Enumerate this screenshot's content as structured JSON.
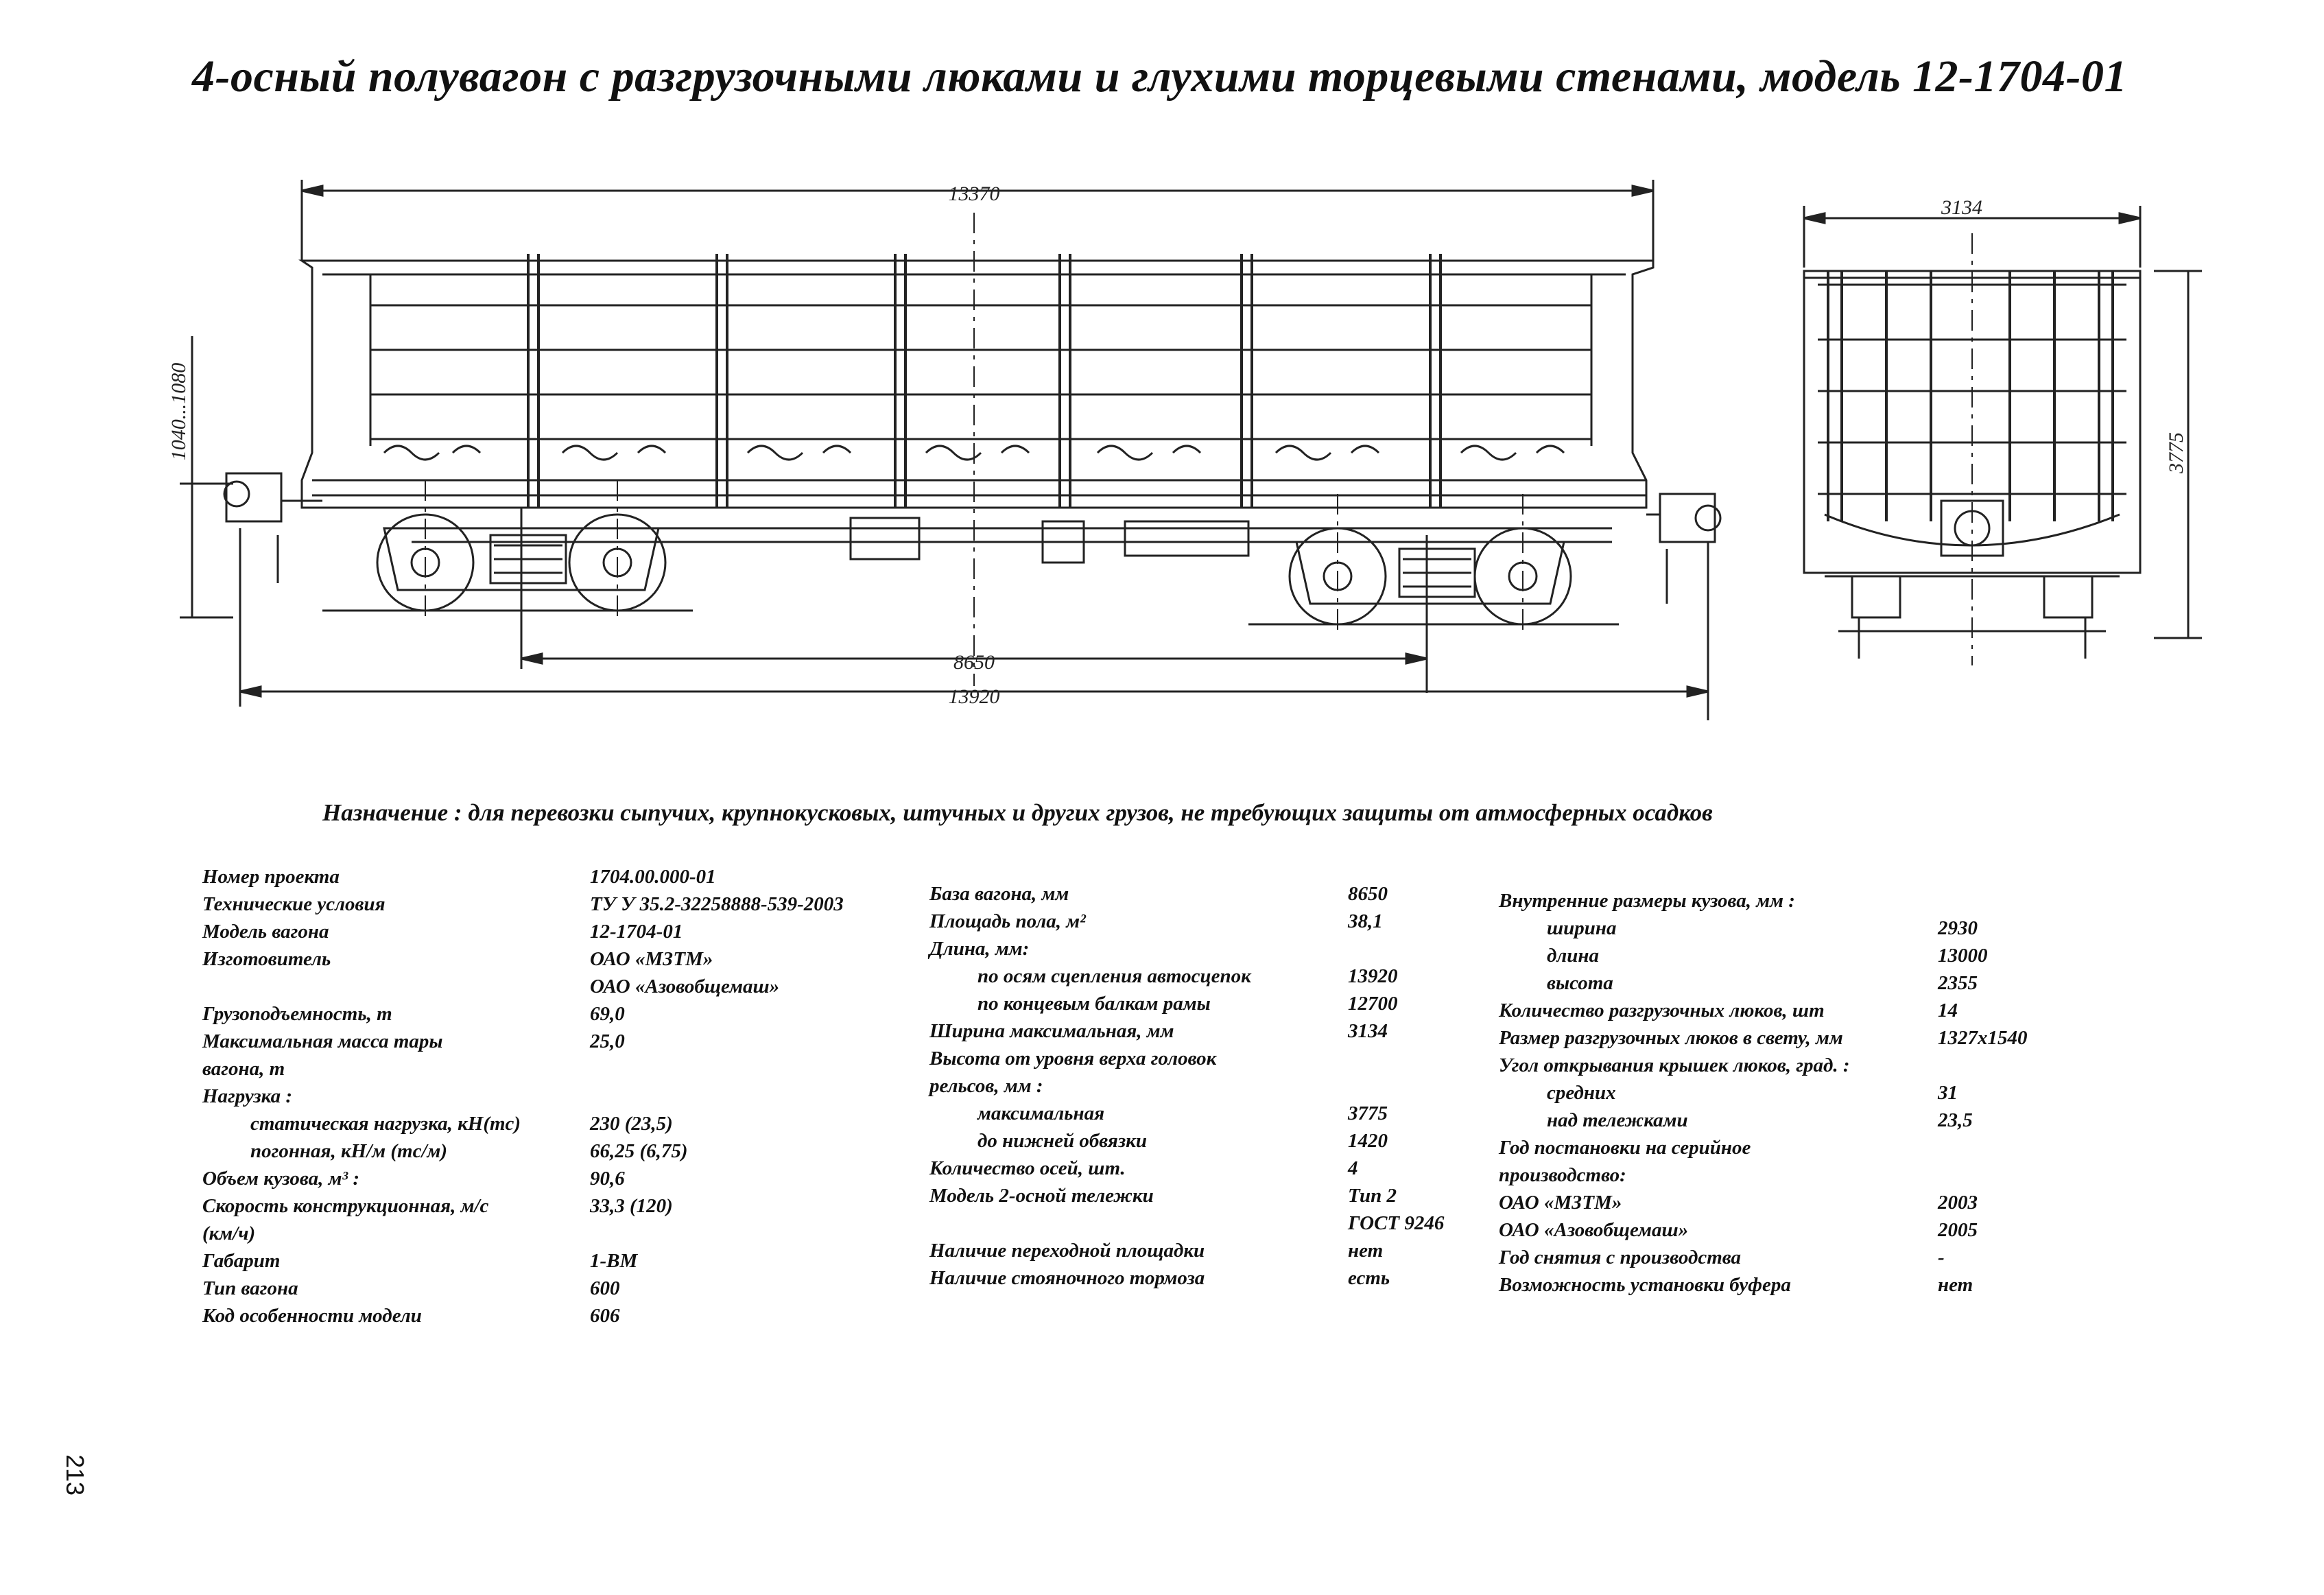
{
  "title": "4-осный полувагон с разгрузочными люками и глухими торцевыми стенами, модель 12-1704-01",
  "purpose": "Назначение : для перевозки сыпучих, крупнокусковых, штучных и других грузов, не требующих защиты от атмосферных осадков",
  "drawing": {
    "dim_overall_body": "13370",
    "dim_height_side": "1040...1080",
    "dim_base": "8650",
    "dim_coupler_length": "13920",
    "dim_end_width": "3134",
    "dim_end_height": "3775"
  },
  "col1": [
    {
      "k": "Номер проекта",
      "v": "1704.00.000-01"
    },
    {
      "k": "Технические условия",
      "v": "ТУ У 35.2-32258888-539-2003"
    },
    {
      "k": "Модель вагона",
      "v": "12-1704-01"
    },
    {
      "k": "Изготовитель",
      "v": "ОАО «МЗТМ»"
    },
    {
      "k": "",
      "v": "ОАО «Азовобщемаш»"
    },
    {
      "k": "Грузоподъемность, т",
      "v": "69,0"
    },
    {
      "k": "Максимальная масса тары",
      "v": "25,0"
    },
    {
      "k": "вагона, т",
      "v": ""
    },
    {
      "k": "Нагрузка :",
      "v": ""
    },
    {
      "k": "статическая нагрузка, кН(тс)",
      "v": "230  (23,5)",
      "ind": 1
    },
    {
      "k": "погонная, кН/м (тс/м)",
      "v": "66,25 (6,75)",
      "ind": 1
    },
    {
      "k": "Объем кузова, м³ :",
      "v": "90,6"
    },
    {
      "k": "Скорость конструкционная, м/с",
      "v": "33,3 (120)"
    },
    {
      "k": "(км/ч)",
      "v": ""
    },
    {
      "k": "Габарит",
      "v": "1-ВМ"
    },
    {
      "k": "Тип вагона",
      "v": "600"
    },
    {
      "k": "Код особенности модели",
      "v": "606"
    }
  ],
  "col2": [
    {
      "k": "База вагона, мм",
      "v": "8650"
    },
    {
      "k": "Площадь пола, м²",
      "v": "38,1"
    },
    {
      "k": "Длина, мм:",
      "v": ""
    },
    {
      "k": "по осям сцепления автосцепок",
      "v": "13920",
      "ind": 1
    },
    {
      "k": "по концевым балкам рамы",
      "v": "12700",
      "ind": 1
    },
    {
      "k": "Ширина максимальная, мм",
      "v": "3134"
    },
    {
      "k": "Высота от уровня верха головок",
      "v": ""
    },
    {
      "k": "рельсов, мм :",
      "v": ""
    },
    {
      "k": "максимальная",
      "v": "3775",
      "ind": 1
    },
    {
      "k": "до нижней обвязки",
      "v": "1420",
      "ind": 1
    },
    {
      "k": "Количество осей, шт.",
      "v": "4"
    },
    {
      "k": "Модель 2-осной тележки",
      "v": "Тип 2"
    },
    {
      "k": "",
      "v": "ГОСТ  9246"
    },
    {
      "k": "Наличие переходной площадки",
      "v": "нет"
    },
    {
      "k": "Наличие стояночного тормоза",
      "v": "есть"
    }
  ],
  "col3": [
    {
      "k": "Внутренние размеры кузова, мм :",
      "v": ""
    },
    {
      "k": "ширина",
      "v": "2930",
      "ind": 1
    },
    {
      "k": "длина",
      "v": "13000",
      "ind": 1
    },
    {
      "k": "высота",
      "v": "2355",
      "ind": 1
    },
    {
      "k": "Количество разгрузочных люков, шт",
      "v": "14"
    },
    {
      "k": "Размер разгрузочных люков в свету, мм",
      "v": "1327х1540"
    },
    {
      "k": "Угол открывания крышек люков, град. :",
      "v": ""
    },
    {
      "k": "средних",
      "v": "31",
      "ind": 1
    },
    {
      "k": "над тележками",
      "v": "23,5",
      "ind": 1
    },
    {
      "k": "Год постановки на серийное",
      "v": ""
    },
    {
      "k": "производство:",
      "v": ""
    },
    {
      "k": "ОАО «МЗТМ»",
      "v": "2003"
    },
    {
      "k": "ОАО «Азовобщемаш»",
      "v": "2005"
    },
    {
      "k": "Год снятия с производства",
      "v": "-"
    },
    {
      "k": "Возможность установки буфера",
      "v": "нет"
    }
  ],
  "page_number": "213"
}
